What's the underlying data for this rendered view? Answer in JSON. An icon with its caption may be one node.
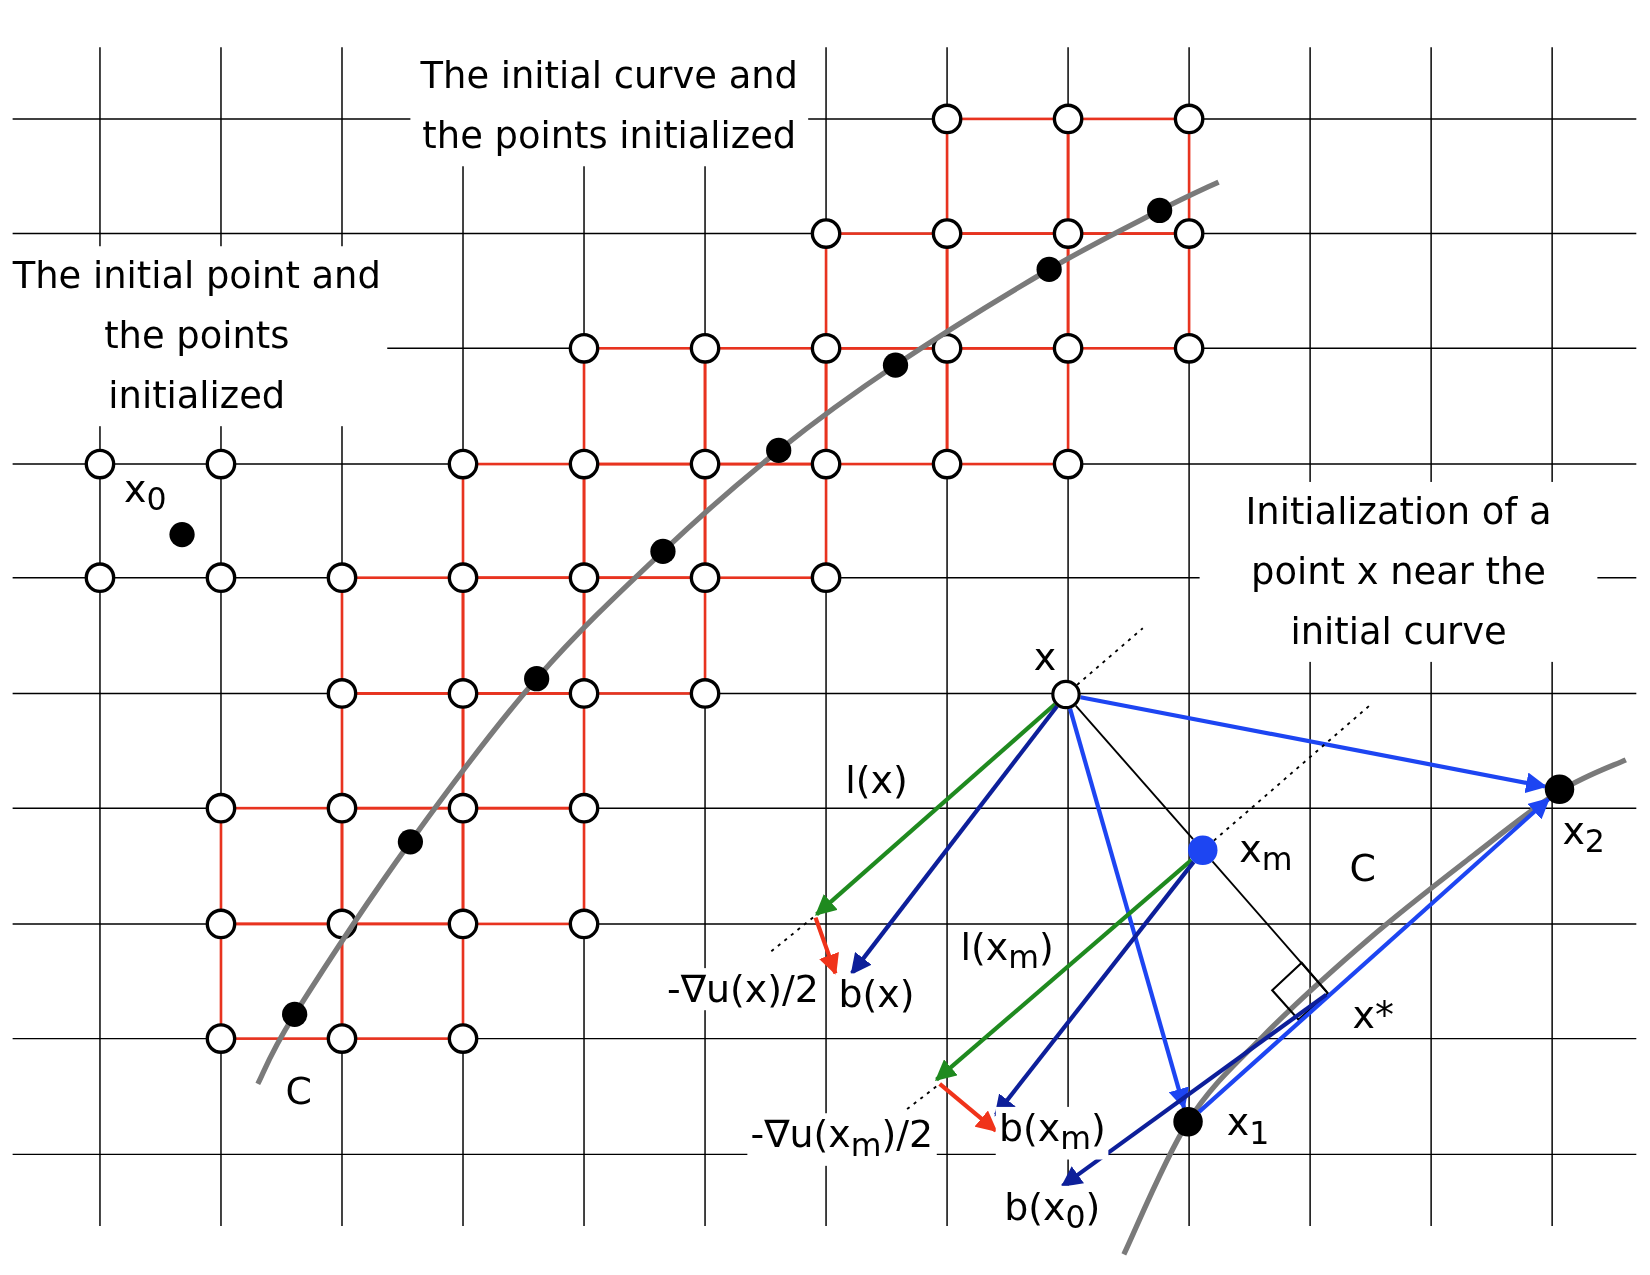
{
  "diagram": {
    "nodes": [
      {
        "text": [
          "x"
        ]
      },
      {
        "text": [
          "x$_{m}$"
        ]
      },
      {
        "text": [
          "x$_{1}$"
        ]
      },
      {
        "text": [
          "x$_{2}$"
        ]
      },
      {
        "text": [
          "x*"
        ]
      },
      {
        "text": [
          "b(x)"
        ]
      },
      {
        "text": [
          "b(x$_{m}$)"
        ]
      },
      {
        "text": [
          "b(x$_{0}$)"
        ]
      }
    ],
    "edges": [
      {
        "from": 0,
        "to": null,
        "arrow": "to",
        "color": "#1f8a1f",
        "label": "l(x)"
      },
      {
        "from": 0,
        "to": 5,
        "arrow": "to",
        "color": "#0d1f9a"
      },
      {
        "from": null,
        "to": 5,
        "arrow": "to",
        "color": "#f0331a",
        "label": "-∇u(x)/2"
      },
      {
        "from": 0,
        "to": 2,
        "arrow": "to",
        "color": "#1d45f2"
      },
      {
        "from": 0,
        "to": 3,
        "arrow": "to",
        "color": "#1d45f2"
      },
      {
        "from": 0,
        "to": 1,
        "arrow": "none",
        "color": "#000000"
      },
      {
        "from": 1,
        "to": 4,
        "arrow": "none",
        "color": "#000000"
      },
      {
        "from": 1,
        "to": null,
        "arrow": "to",
        "color": "#1f8a1f",
        "label": "l(x$_{m}$)"
      },
      {
        "from": 1,
        "to": 6,
        "arrow": "to",
        "color": "#0d1f9a"
      },
      {
        "from": null,
        "to": 6,
        "arrow": "to",
        "color": "#f0331a",
        "label": "-∇u(x$_{m}$)/2"
      },
      {
        "from": 2,
        "to": 3,
        "arrow": "to",
        "color": "#1d45f2"
      },
      {
        "from": 4,
        "to": 7,
        "arrow": "to",
        "color": "#0d1f9a"
      },
      {
        "from": 0,
        "to": null,
        "arrow": "none",
        "style": "dashed",
        "color": "#000000"
      },
      {
        "from": 1,
        "to": null,
        "arrow": "none",
        "style": "dashed",
        "color": "#000000"
      }
    ],
    "labels": [
      "The initial curve and the points initialized",
      "The initial point and the points initialized",
      "x$_{0}$",
      "Initialization of a point x near the initial curve",
      "C",
      "C"
    ]
  }
}
